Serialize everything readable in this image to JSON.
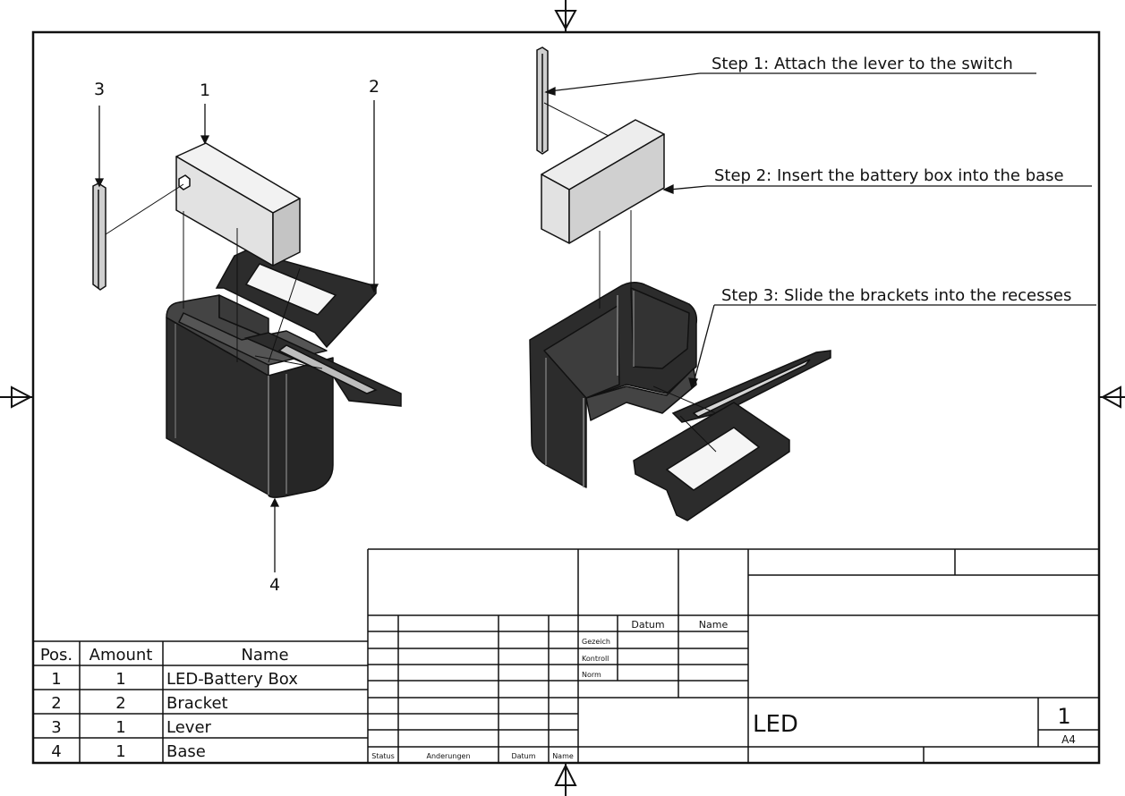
{
  "part_callouts": [
    "3",
    "1",
    "2",
    "4"
  ],
  "steps": [
    "Step 1: Attach the lever to the switch",
    "Step 2: Insert the battery box into the base",
    "Step 3: Slide the brackets into the recesses"
  ],
  "bom": {
    "headers": {
      "pos": "Pos.",
      "amount": "Amount",
      "name": "Name"
    },
    "rows": [
      {
        "pos": "1",
        "amount": "1",
        "name": "LED-Battery Box"
      },
      {
        "pos": "2",
        "amount": "2",
        "name": "Bracket"
      },
      {
        "pos": "3",
        "amount": "1",
        "name": "Lever"
      },
      {
        "pos": "4",
        "amount": "1",
        "name": "Base"
      }
    ]
  },
  "title_block": {
    "col_datum": "Datum",
    "col_name": "Name",
    "row_gezeich": "Gezeich",
    "row_kontroll": "Kontroll",
    "row_norm": "Norm",
    "rev_status": "Status",
    "rev_aenderungen": "Anderungen",
    "rev_datum": "Datum",
    "rev_name": "Name",
    "drawing_title": "LED",
    "sheet_number": "1",
    "sheet_format": "A4"
  },
  "colors": {
    "line": "#111111",
    "part_dark": "#2c2c2c",
    "part_dark_top": "#4a4a4a",
    "box_light": "#f2f2f2",
    "box_mid": "#d6d6d6",
    "box_side": "#c4c4c4"
  }
}
